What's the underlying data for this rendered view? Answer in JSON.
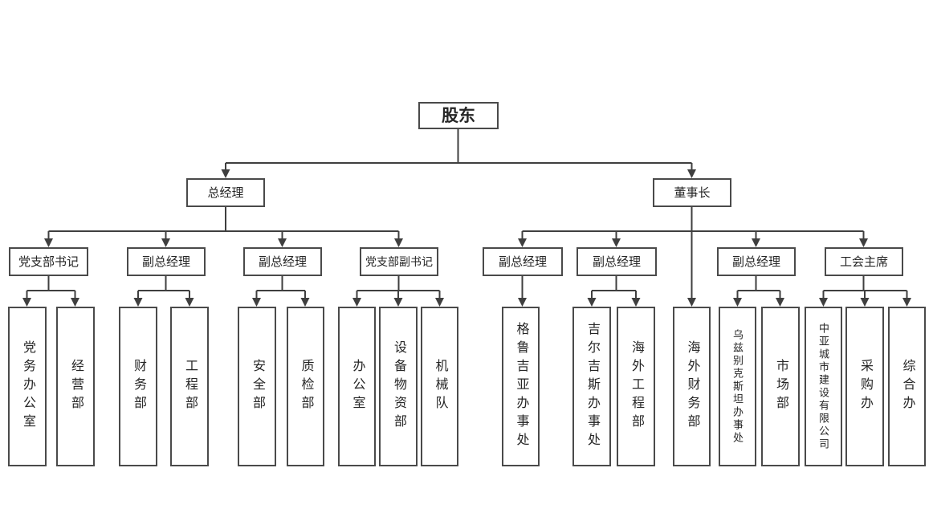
{
  "nodes": {
    "root": "股东",
    "level2": [
      "总经理",
      "董事长"
    ],
    "level3": [
      "党支部书记",
      "副总经理",
      "副总经理",
      "党支部副书记",
      "副总经理",
      "副总经理",
      "副总经理",
      "工会主席"
    ],
    "level4": [
      "党务办公室",
      "经营部",
      "财务部",
      "工程部",
      "安全部",
      "质检部",
      "办公室",
      "设备物资部",
      "机械队",
      "格鲁吉亚办事处",
      "吉尔吉斯办事处",
      "海外工程部",
      "海外财务部",
      "乌兹别克斯坦办事处",
      "市场部",
      "中亚城市建设有限公司",
      "采购办",
      "综合办"
    ],
    "hierarchy": {
      "股东": [
        "总经理",
        "董事长"
      ],
      "总经理": [
        "党支部书记",
        "副总经理",
        "副总经理",
        "党支部副书记"
      ],
      "党支部书记": [
        "党务办公室",
        "经营部"
      ],
      "副总经理(总经理-1)": [
        "财务部",
        "工程部"
      ],
      "副总经理(总经理-2)": [
        "安全部",
        "质检部"
      ],
      "党支部副书记": [
        "办公室",
        "设备物资部",
        "机械队"
      ],
      "董事长": [
        "副总经理",
        "副总经理",
        "海外财务部",
        "副总经理",
        "工会主席"
      ],
      "副总经理(董事长-1)": [
        "格鲁吉亚办事处"
      ],
      "副总经理(董事长-2)": [
        "吉尔吉斯办事处",
        "海外工程部"
      ],
      "副总经理(董事长-3)": [
        "乌兹别克斯坦办事处",
        "市场部"
      ],
      "工会主席": [
        "中亚城市建设有限公司",
        "采购办",
        "综合办"
      ]
    }
  },
  "colors": {
    "background": "#ffffff",
    "line": "#3f3f3f",
    "box_border": "#4a4a4a",
    "box_fill": "#ffffff",
    "text": "#262626"
  }
}
